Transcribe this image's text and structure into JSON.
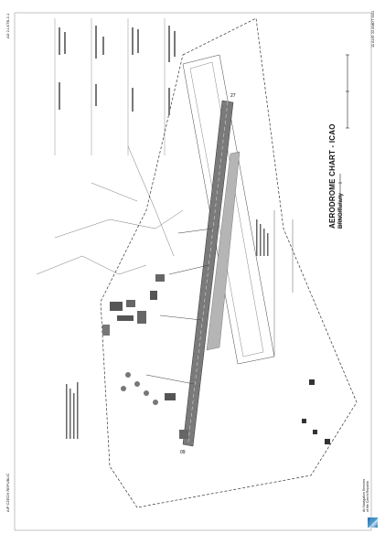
{
  "header": {
    "doc_ref": "AD 2-LKTB-2-1",
    "date_line1": "11 AUG 22",
    "date_line2": "AMDT 5/22",
    "country": "AIP CZECH REPUBLIC"
  },
  "chart": {
    "title": "AERODROME CHART - ICAO",
    "location": "BRNO/Tuřany",
    "runway_designators": [
      "09",
      "27"
    ]
  },
  "logo": {
    "org_line1": "Air Navigation Services",
    "org_line2": "of the Czech Republic"
  },
  "colors": {
    "runway": "#7a7a7a",
    "taxiway": "#b5b5b5",
    "lines": "#222222"
  }
}
